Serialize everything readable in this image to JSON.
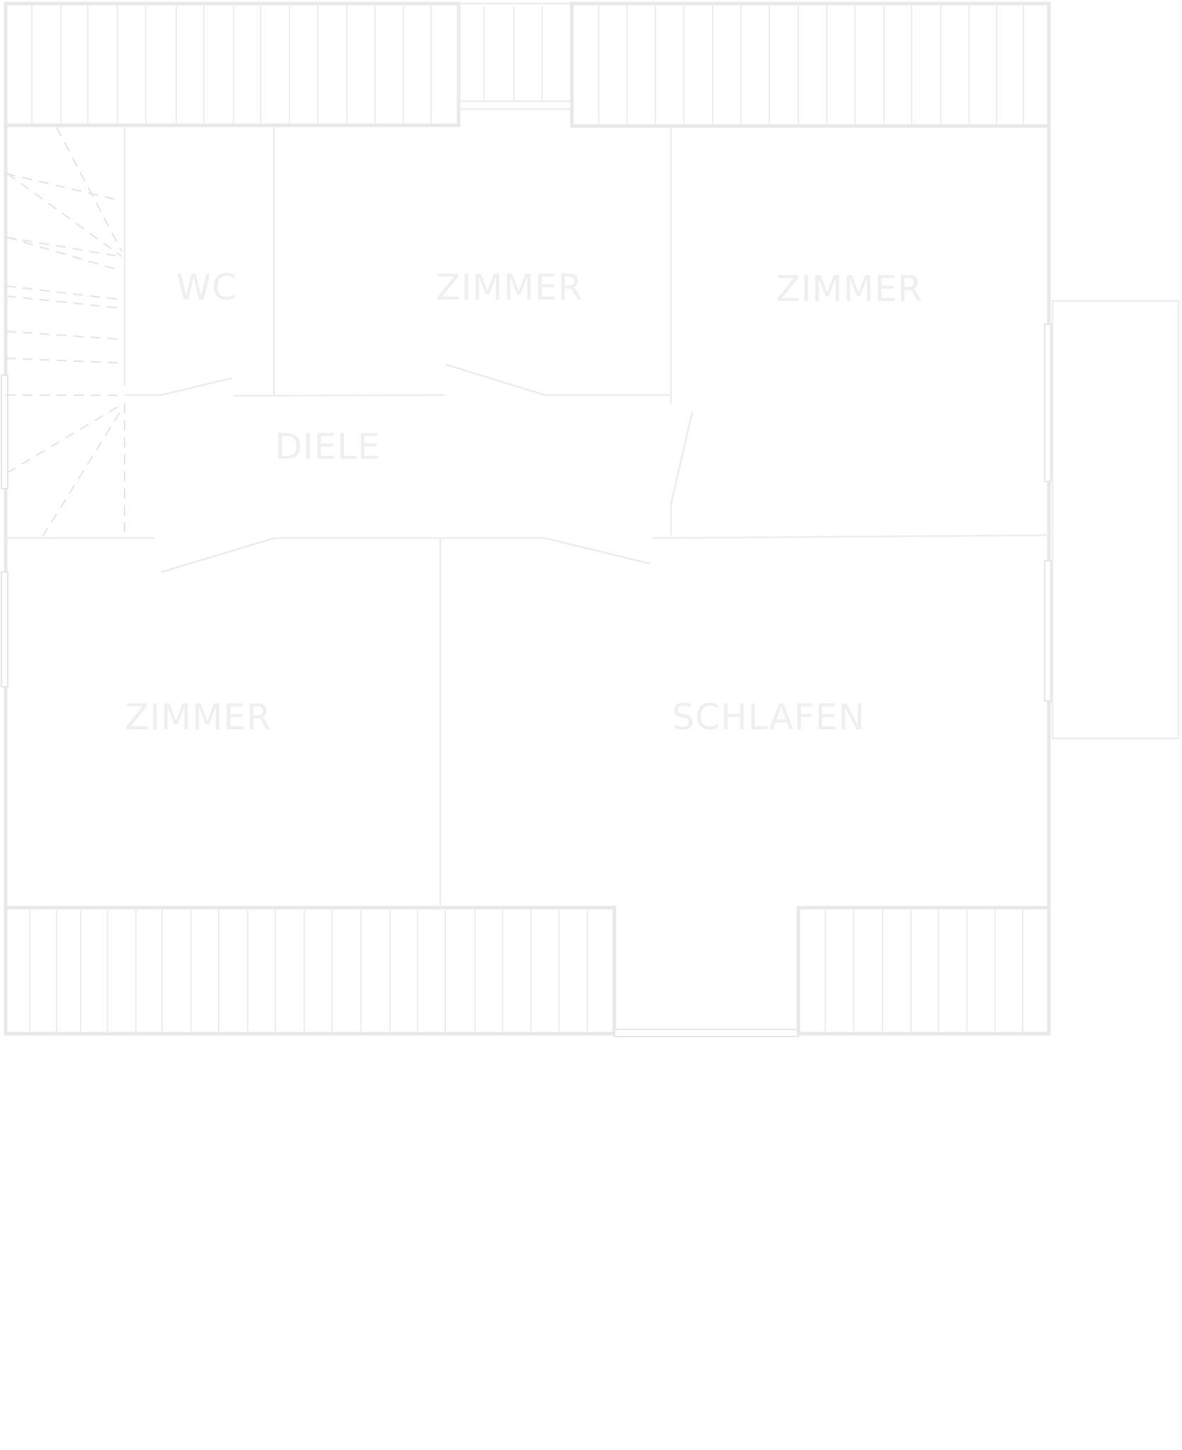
{
  "rooms": {
    "wc": "WC",
    "zimmer_top_middle": "ZIMMER",
    "zimmer_top_right": "ZIMMER",
    "diele": "DIELE",
    "zimmer_bottom_left": "ZIMMER",
    "schlafen": "SCHLAFEN"
  },
  "colors": {
    "background": "#ffffff",
    "walls": "#e8e8e8",
    "labels": "#efefef"
  }
}
